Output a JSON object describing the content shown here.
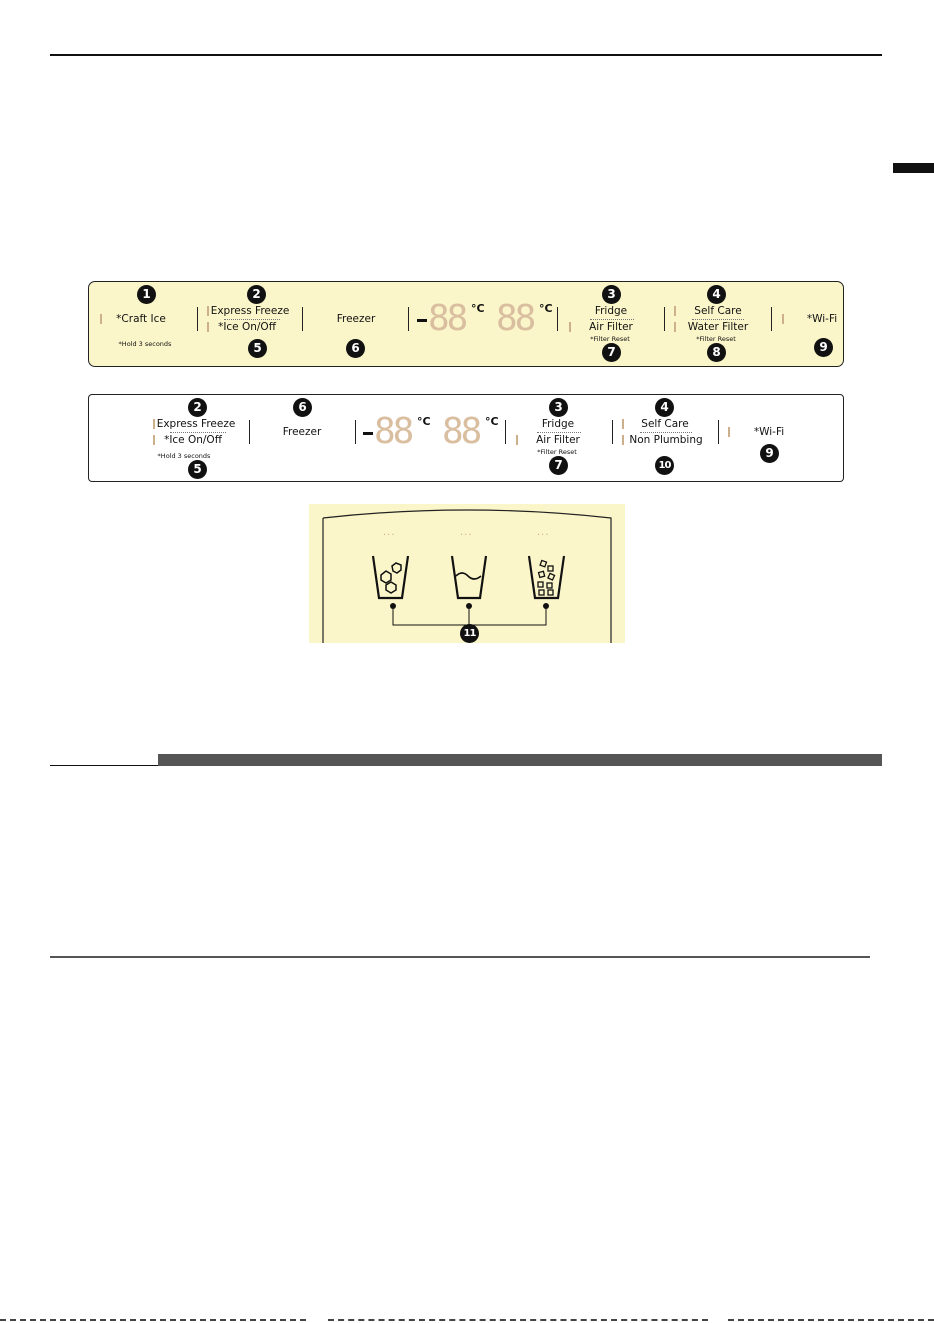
{
  "panel1": {
    "craft_ice": "*Craft Ice",
    "hold_note": "*Hold 3 seconds",
    "express_freeze": "Express Freeze",
    "ice_onoff": "*Ice On/Off",
    "freezer": "Freezer",
    "deg1": "°C",
    "deg2": "°C",
    "fridge": "Fridge",
    "air_filter": "Air Filter",
    "filter_reset_1": "*Filter Reset",
    "self_care": "Self Care",
    "water_filter": "Water Filter",
    "filter_reset_2": "*Filter Reset",
    "wifi": "*Wi-Fi",
    "callouts": [
      "1",
      "2",
      "3",
      "4",
      "5",
      "6",
      "7",
      "8",
      "9"
    ]
  },
  "panel2": {
    "express_freeze": "Express Freeze",
    "ice_onoff": "*Ice On/Off",
    "hold_note": "*Hold 3 seconds",
    "freezer": "Freezer",
    "deg1": "°C",
    "deg2": "°C",
    "fridge": "Fridge",
    "air_filter": "Air Filter",
    "filter_reset": "*Filter Reset",
    "self_care": "Self Care",
    "non_plumbing": "Non Plumbing",
    "wifi": "*Wi-Fi",
    "callouts": [
      "2",
      "6",
      "3",
      "4",
      "5",
      "7",
      "10",
      "9"
    ]
  },
  "dispenser": {
    "dots": "···",
    "callout": "11"
  },
  "colors": {
    "panel_bg": "#fbf6c9",
    "segment_off": "#d9bfa0",
    "header_bar": "#555555"
  },
  "icons": [
    "cubed-ice-cup-icon",
    "water-cup-icon",
    "crushed-ice-cup-icon"
  ]
}
